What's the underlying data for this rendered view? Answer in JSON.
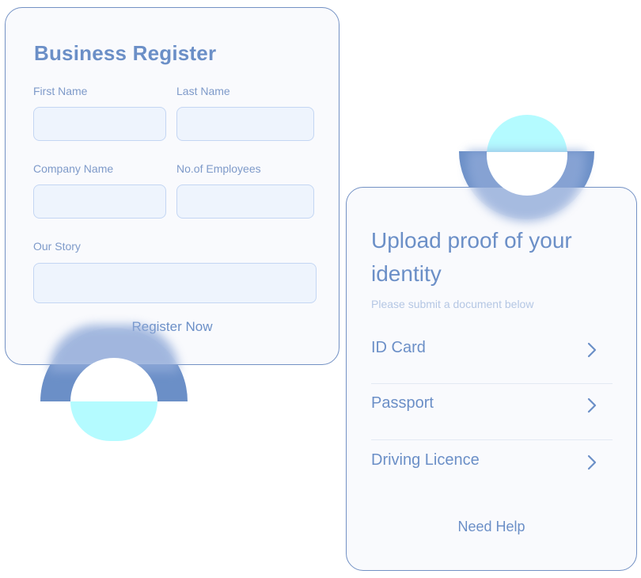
{
  "business_register": {
    "title": "Business Register",
    "fields": {
      "first_name_label": "First Name",
      "last_name_label": "Last Name",
      "company_name_label": "Company Name",
      "employees_label": "No.of Employees",
      "story_label": "Our Story"
    },
    "submit_label": "Register Now"
  },
  "upload_identity": {
    "title": "Upload proof of your identity",
    "subtitle": "Please submit a document below",
    "options": [
      {
        "label": "ID Card"
      },
      {
        "label": "Passport"
      },
      {
        "label": "Driving Licence"
      }
    ],
    "help_label": "Need Help"
  },
  "colors": {
    "accent": "#6b8fc7",
    "card_border": "#7391c4",
    "field_bg": "#eef4fd",
    "cyan": "#b4fbff"
  }
}
